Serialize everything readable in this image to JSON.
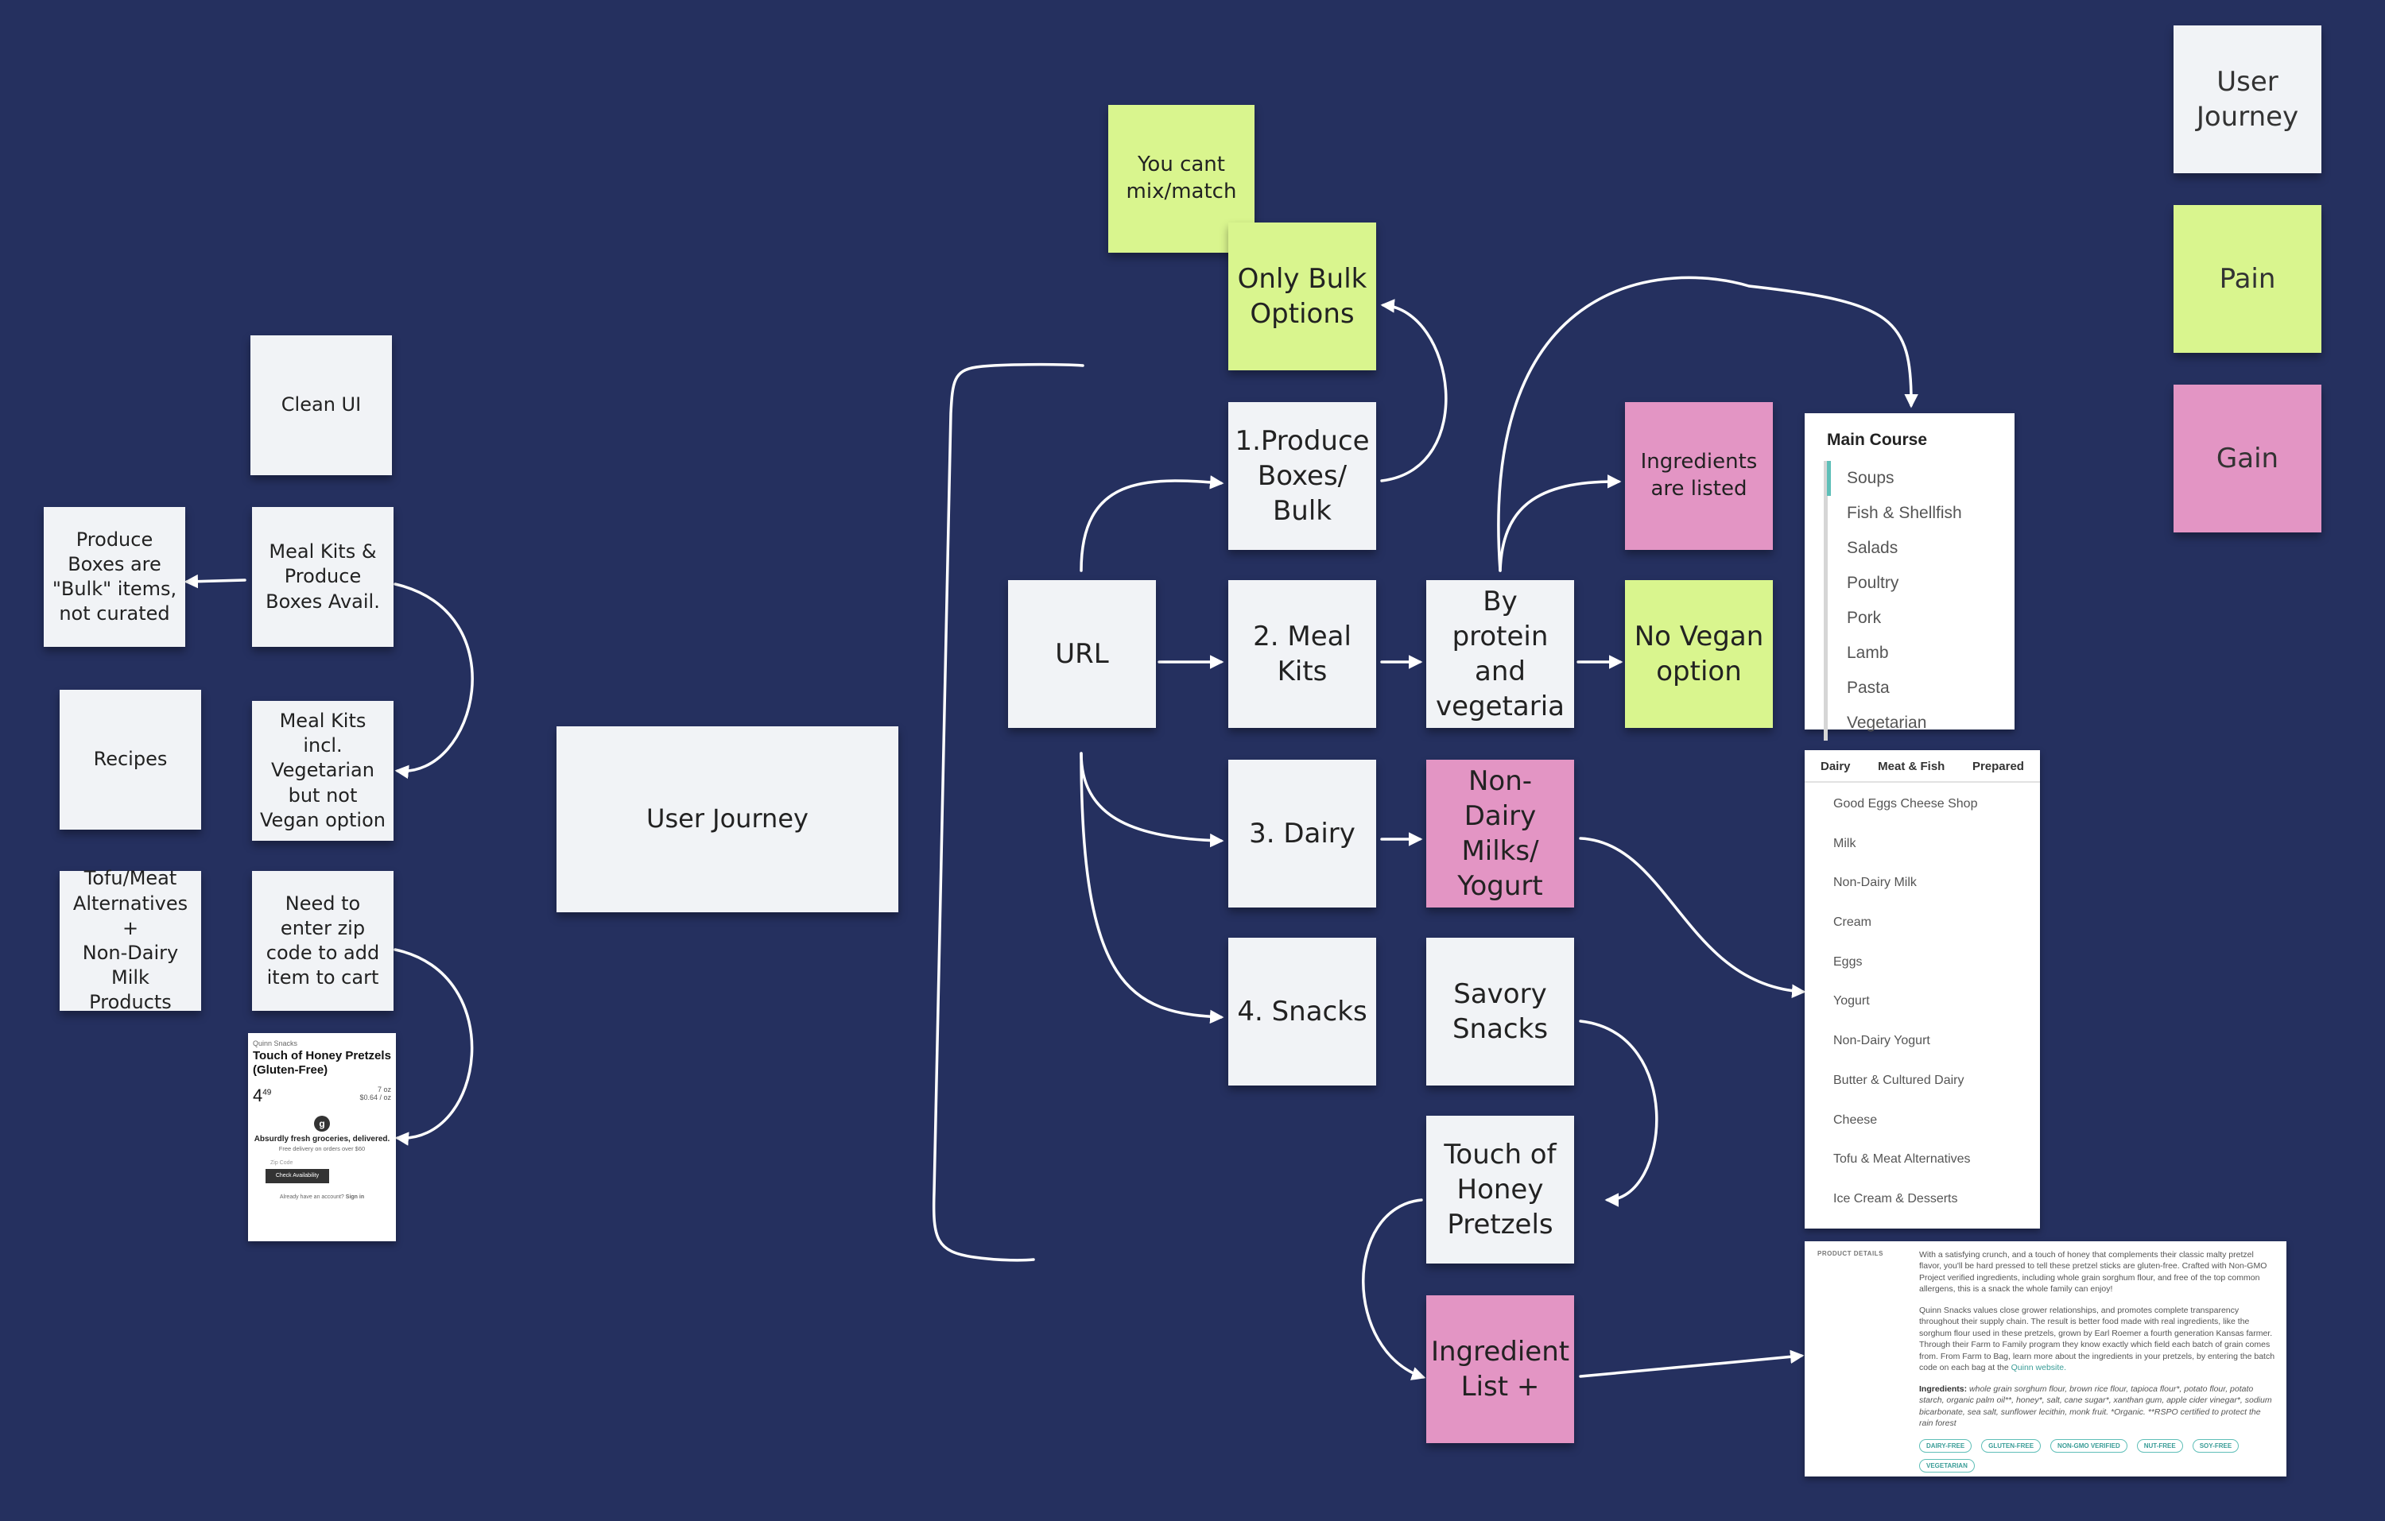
{
  "legend": {
    "user_journey": "User\nJourney",
    "pain": "Pain",
    "gain": "Gain"
  },
  "notes": {
    "clean_ui": "Clean UI",
    "produce_boxes_bulk": "Produce\nBoxes are\n\"Bulk\" items,\nnot curated",
    "meal_kits_produce": "Meal Kits &\nProduce\nBoxes Avail.",
    "recipes": "Recipes",
    "meal_kits_vegetarian": "Meal Kits incl.\nVegetarian\nbut not\nVegan option",
    "tofu_meat": "Tofu/Meat\nAlternatives +\nNon-Dairy\nMilk Products",
    "zip_code": "Need to\nenter zip\ncode to add\nitem to cart",
    "user_journey": "User Journey",
    "you_cant_mix": "You cant\nmix/match",
    "only_bulk": "Only Bulk\nOptions",
    "produce_boxes": "1.Produce\nBoxes/\nBulk",
    "url": "URL",
    "meal_kits": "2. Meal\nKits",
    "by_protein": "By protein\nand\nvegetaria",
    "ingredients_listed": "Ingredients\nare listed",
    "no_vegan": "No Vegan\noption",
    "dairy": "3. Dairy",
    "non_dairy": "Non-Dairy\nMilks/\nYogurt",
    "snacks": "4. Snacks",
    "savory_snacks": "Savory\nSnacks",
    "touch_of_honey": "Touch of\nHoney\nPretzels",
    "ingredient_list": "Ingredient\nList +"
  },
  "menu_screenshot": {
    "heading": "Main Course",
    "items": [
      "Soups",
      "Fish & Shellfish",
      "Salads",
      "Poultry",
      "Pork",
      "Lamb",
      "Pasta",
      "Vegetarian"
    ]
  },
  "dairy_screenshot": {
    "tabs": [
      "Dairy",
      "Meat & Fish",
      "Prepared"
    ],
    "items": [
      "Good Eggs Cheese Shop",
      "Milk",
      "Non-Dairy Milk",
      "Cream",
      "Eggs",
      "Yogurt",
      "Non-Dairy Yogurt",
      "Butter & Cultured Dairy",
      "Cheese",
      "Tofu & Meat Alternatives",
      "Ice Cream & Desserts"
    ]
  },
  "product_screenshot": {
    "label": "PRODUCT DETAILS",
    "paragraph1": "With a satisfying crunch, and a touch of honey that complements their classic malty pretzel flavor, you'll be hard pressed to tell these pretzel sticks are gluten-free. Crafted with Non-GMO Project verified ingredients, including whole grain sorghum flour, and free of the top common allergens, this is a snack the whole family can enjoy!",
    "paragraph2": "Quinn Snacks values close grower relationships, and promotes complete transparency throughout their supply chain. The result is better food made with real ingredients, like the sorghum flour used in these pretzels, grown by Earl Roemer a fourth generation Kansas farmer. Through their Farm to Family program they know exactly which field each batch of grain comes from. From Farm to Bag, learn more about the ingredients in your pretzels, by entering the batch code on each bag at the",
    "link_text": "Quinn website.",
    "ingredients_label": "Ingredients:",
    "ingredients": "whole grain sorghum flour, brown rice flour, tapioca flour*, potato flour, potato starch, organic palm oil**, honey*, salt, cane sugar*, xanthan gum, apple cider vinegar*, sodium bicarbonate, sea salt, sunflower lecithin, monk fruit. *Organic. **RSPO certified to protect the rain forest",
    "tags": [
      "DAIRY-FREE",
      "GLUTEN-FREE",
      "NON-GMO VERIFIED",
      "NUT-FREE",
      "SOY-FREE",
      "VEGETARIAN"
    ]
  },
  "pretzel_screenshot": {
    "brand": "Quinn Snacks",
    "title": "Touch of Honey Pretzels (Gluten-Free)",
    "price_dollars": "4",
    "price_cents": "49",
    "size": "7 oz",
    "unit_price": "$0.64 / oz",
    "logo_letter": "g",
    "tagline": "Absurdly fresh groceries, delivered.",
    "free_delivery": "Free delivery on orders over $60",
    "zip_placeholder": "Zip Code",
    "button_label": "Check Availability",
    "account_prompt": "Already have an account?",
    "sign_in": "Sign in"
  },
  "colors": {
    "background": "#25305f",
    "note_gray": "#f1f3f6",
    "pain_green": "#d9f58e",
    "gain_pink": "#e395c4",
    "arrow": "#ffffff"
  }
}
